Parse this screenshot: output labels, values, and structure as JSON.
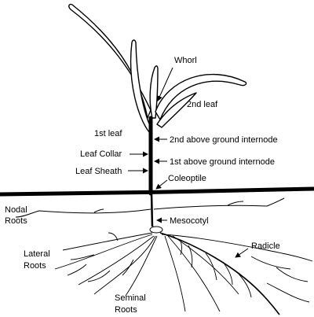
{
  "diagram": {
    "labels": {
      "whorl": "Whorl",
      "second_leaf": "2nd leaf",
      "first_leaf": "1st leaf",
      "second_internode": "2nd above ground internode",
      "leaf_collar": "Leaf Collar",
      "first_internode": "1st above ground internode",
      "leaf_sheath": "Leaf Sheath",
      "coleoptile": "Coleoptile",
      "nodal_roots_line1": "Nodal",
      "nodal_roots_line2": "Roots",
      "mesocotyl": "Mesocotyl",
      "radicle": "Radicle",
      "lateral_roots_line1": "Lateral",
      "lateral_roots_line2": "Roots",
      "seminal_roots_line1": "Seminal",
      "seminal_roots_line2": "Roots"
    },
    "colors": {
      "ink": "#000000",
      "background": "#ffffff"
    }
  }
}
